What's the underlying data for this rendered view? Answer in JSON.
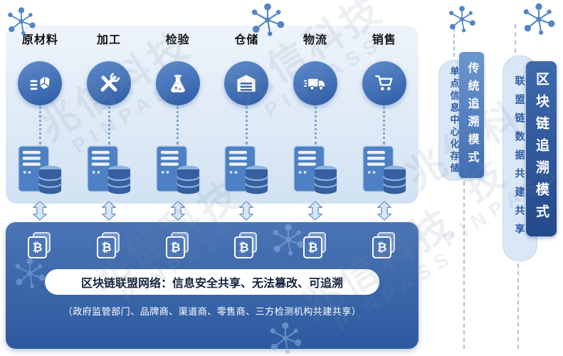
{
  "stages": [
    {
      "label": "原材料"
    },
    {
      "label": "加工"
    },
    {
      "label": "检验"
    },
    {
      "label": "仓储"
    },
    {
      "label": "物流"
    },
    {
      "label": "销售"
    }
  ],
  "alliance": {
    "title": "区块链联盟网络：信息安全共享、无法篡改、可追溯",
    "subtitle": "（政府监管部门、品牌商、渠道商、零售商、三方检测机构共建共享）"
  },
  "modes": {
    "traditional": {
      "note": "单点信息中心化存储",
      "label": "传统追溯模式"
    },
    "blockchain": {
      "note": "联盟链数据共建共享",
      "label": "区块链追溯模式"
    }
  },
  "icons": {
    "bitcoin_glyph": "₿"
  },
  "watermark": {
    "cn": "兆信科技",
    "en": "PINPASS"
  },
  "colors": {
    "accent_blue": "#2e5ca6",
    "panel_light": "#d8e6f5",
    "box_dark": "#2d5aa0"
  }
}
